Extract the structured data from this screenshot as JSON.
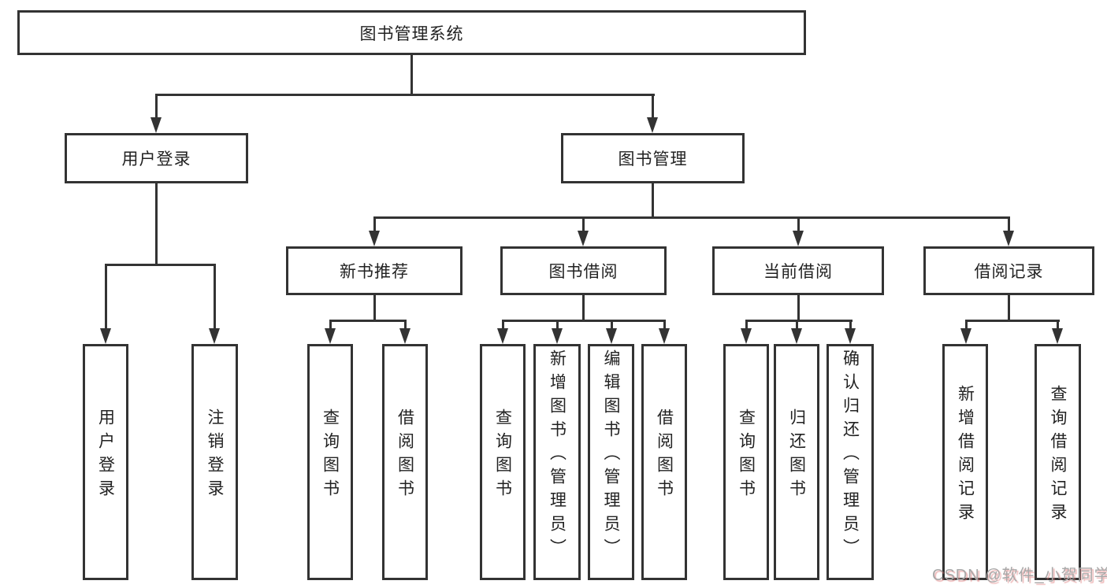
{
  "diagram": {
    "root": {
      "label": "图书管理系统"
    },
    "level2": [
      {
        "label": "用户登录"
      },
      {
        "label": "图书管理"
      }
    ],
    "level3": [
      {
        "label": "新书推荐"
      },
      {
        "label": "图书借阅"
      },
      {
        "label": "当前借阅"
      },
      {
        "label": "借阅记录"
      }
    ],
    "leaves": [
      {
        "label": "用户登录"
      },
      {
        "label": "注销登录"
      },
      {
        "label": "查询图书"
      },
      {
        "label": "借阅图书"
      },
      {
        "label": "查询图书"
      },
      {
        "label": "新增图书（管理员）"
      },
      {
        "label": "编辑图书（管理员）"
      },
      {
        "label": "借阅图书"
      },
      {
        "label": "查询图书"
      },
      {
        "label": "归还图书"
      },
      {
        "label": "确认归还（管理员）"
      },
      {
        "label": "新增借阅记录"
      },
      {
        "label": "查询借阅记录"
      }
    ],
    "watermark": "CSDN @软件_小贺同学",
    "colors": {
      "line": "#333333",
      "text": "#222222",
      "background": "#ffffff",
      "watermark": "#a8a8a8",
      "watermark_shadow": "#de7878"
    }
  }
}
